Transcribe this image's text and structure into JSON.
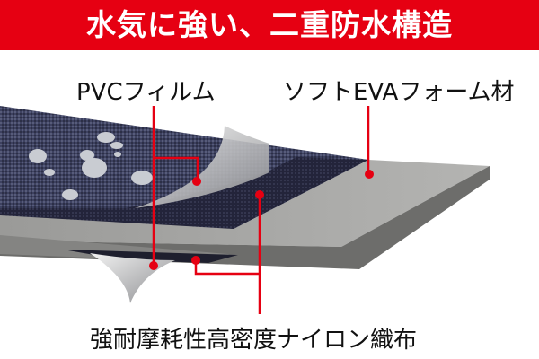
{
  "header": {
    "title": "水気に強い、二重防水構造"
  },
  "labels": {
    "pvc_film": "PVCフィルム",
    "eva_foam": "ソフトEVAフォーム材",
    "nylon_fabric": "強耐摩耗性高密度ナイロン織布"
  },
  "colors": {
    "banner": "#e60012",
    "leader_line": "#e60012",
    "fabric": "#3c3f58",
    "foam_top": "#a6a6a4",
    "foam_side": "#5c5c5a",
    "pvc_film": "#d9dadb"
  }
}
